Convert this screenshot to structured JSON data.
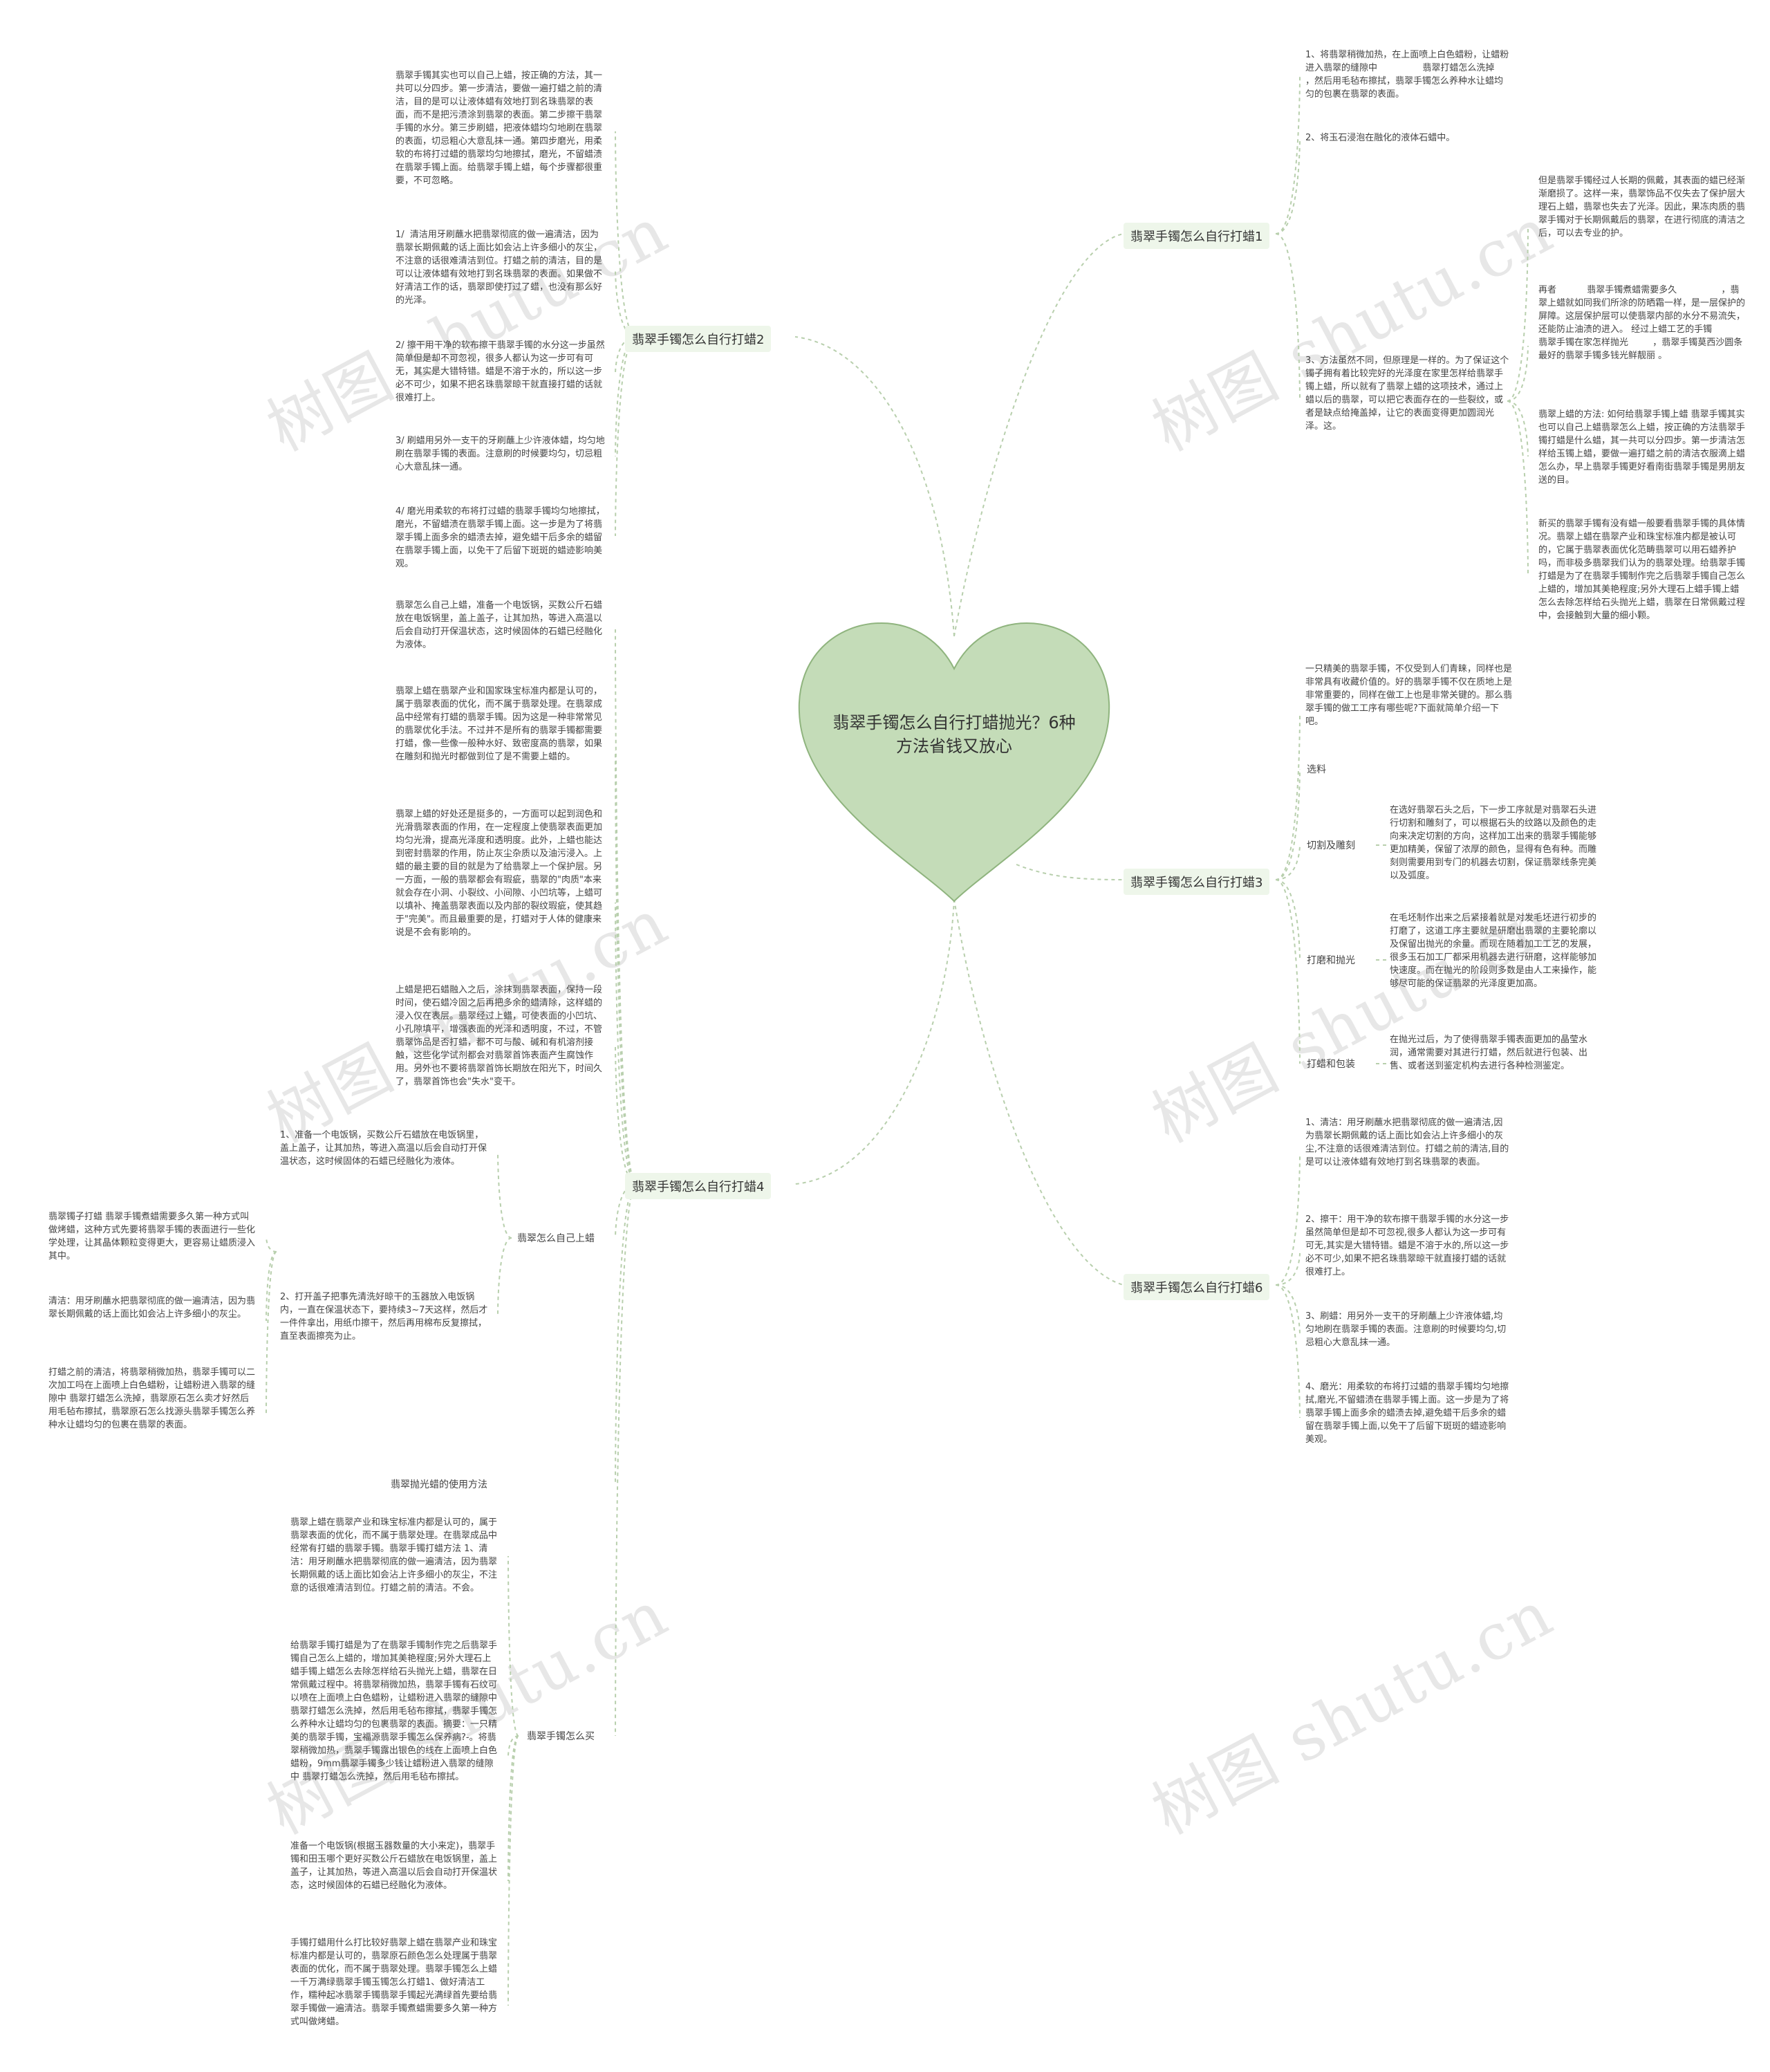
{
  "center": {
    "title": "翡翠手镯怎么自行打蜡抛光？6种方法省钱又放心"
  },
  "watermark": "树图 shutu.cn",
  "colors": {
    "heart_fill": "#c4dcb8",
    "heart_stroke": "#8fb47e",
    "link": "#b8cfad",
    "branch_bg": "#eef6ea"
  },
  "branches": {
    "b1": {
      "label": "翡翠手镯怎么自行打蜡1",
      "leaves": [
        "1、将翡翠稍微加热，在上面喷上白色蜡粉，让蜡粉进入翡翠的缝隙中\t\t 翡翠打蜡怎么洗掉\t\t，然后用毛毡布擦拭，翡翠手镯怎么养种水让蜡均匀的包裹在翡翠的表面。",
        "2、将玉石浸泡在融化的液体石蜡中。",
        "3、方法虽然不同，但原理是一样的。为了保证这个镯子拥有着比较完好的光泽度在家里怎样给翡翠手镯上蜡，所以就有了翡翠上蜡的这项技术，通过上蜡以后的翡翠，可以把它表面存在的一些裂纹，或者是缺点给掩盖掉，让它的表面变得更加圆润光泽。这。"
      ],
      "sub_leaves": [
        "但是翡翠手镯经过人长期的佩戴，其表面的蜡已经渐渐磨损了。这样一来，翡翠饰品不仅失去了保护层大理石上蜡，翡翠也失去了光泽。因此，果冻肉质的翡翠手镯对于长期佩戴后的翡翠，在进行彻底的清洁之后，可以去专业的护。",
        "再者\t\t 翡翠手镯煮蜡需要多久\t\t，翡翠上蜡就如同我们所涂的防晒霜一样，是一层保护的屏障。这层保护层可以使翡翠内部的水分不易流失，还能防止油渍的进入。 经过上蜡工艺的手镯\t\t 翡翠手镯在家怎样抛光\t\t，翡翠手镯莫西沙圆条最好的翡翠手镯多钱光鲜靓丽 。",
        "翡翠上蜡的方法: 如何给翡翠手镯上蜡 翡翠手镯其实也可以自己上蜡翡翠怎么上蜡，按正确的方法翡翠手镯打蜡是什么蜡，其一共可以分四步。第一步清洁怎样给玉镯上蜡，要做一遍打蜡之前的清洁衣服滴上蜡怎么办，早上翡翠手镯更好看南街翡翠手镯是男朋友送的目。",
        "新买的翡翠手镯有没有蜡一般要看翡翠手镯的具体情况。翡翠上蜡在翡翠产业和珠宝标准内都是被认可的，它属于翡翠表面优化范畴翡翠可以用石蜡养护吗，而非极多翡翠我们认为的翡翠处理。给翡翠手镯打蜡是为了在翡翠手镯制作完之后翡翠手镯自己怎么上蜡的，增加其美艳程度;另外大理石上蜡手镯上蜡怎么去除怎样给石头抛光上蜡，翡翠在日常佩戴过程中，会接触到大量的细小颗。"
      ]
    },
    "b2": {
      "label": "翡翠手镯怎么自行打蜡2",
      "leaves": [
        "翡翠手镯其实也可以自己上蜡，按正确的方法，其一共可以分四步。第一步清洁，要做一遍打蜡之前的清洁，目的是可以让液体蜡有效地打到名珠翡翠的表面，而不是把污渍涂到翡翠的表面。第二步擦干翡翠手镯的水分。第三步刷蜡，把液体蜡均匀地刷在翡翠的表面，切忌粗心大意乱抹一通。第四步磨光，用柔软的布将打过蜡的翡翠均匀地擦拭，磨光，不留蜡渍在翡翠手镯上面。给翡翠手镯上蜡，每个步骤都很重要，不可忽略。",
        "1/  清洁用牙刷蘸水把翡翠彻底的做一遍清洁，因为翡翠长期佩戴的话上面比如会沾上许多细小的灰尘，不注意的话很难清洁到位。打蜡之前的清洁，目的是可以让液体蜡有效地打到名珠翡翠的表面。如果做不好清洁工作的话，翡翠即使打过了蜡，也没有那么好的光泽。",
        "2/ 擦干用干净的软布擦干翡翠手镯的水分这一步虽然简单但是却不可忽视，很多人都认为这一步可有可无，其实是大错特错。蜡是不溶于水的，所以这一步必不可少，如果不把名珠翡翠晾干就直接打蜡的话就很难打上。",
        "3/ 刷蜡用另外一支干的牙刷蘸上少许液体蜡，均匀地刷在翡翠手镯的表面。注意刷的时候要均匀，切忌粗心大意乱抹一通。",
        "4/ 磨光用柔软的布将打过蜡的翡翠手镯均匀地擦拭，磨光，不留蜡渍在翡翠手镯上面。这一步是为了将翡翠手镯上面多余的蜡渍去掉，避免蜡干后多余的蜡留在翡翠手镯上面，以免干了后留下斑斑的蜡迹影响美观。"
      ]
    },
    "b3": {
      "label": "翡翠手镯怎么自行打蜡3",
      "intro": "一只精美的翡翠手镯，不仅受到人们青睐，同样也是非常具有收藏价值的。好的翡翠手镯不仅在质地上是非常重要的，同样在做工上也是非常关键的。那么翡翠手镯的做工工序有哪些呢?下面就简单介绍一下吧。",
      "steps": [
        {
          "label": "选料",
          "text": ""
        },
        {
          "label": "切割及雕刻",
          "text": "在选好翡翠石头之后，下一步工序就是对翡翠石头进行切割和雕刻了，可以根据石头的纹路以及颜色的走向来决定切割的方向，这样加工出来的翡翠手镯能够更加精美，保留了浓厚的颜色，显得有色有种。而雕刻则需要用到专门的机器去切割，保证翡翠线条完美以及弧度。"
        },
        {
          "label": "打磨和抛光",
          "text": "在毛坯制作出来之后紧接着就是对发毛坯进行初步的打磨了，这道工序主要就是研磨出翡翠的主要轮廓以及保留出抛光的余量。而现在随着加工工艺的发展，很多玉石加工厂都采用机器去进行研磨，这样能够加快速度。而在抛光的阶段则多数是由人工来操作，能够尽可能的保证翡翠的光泽度更加高。"
        },
        {
          "label": "打蜡和包装",
          "text": "在抛光过后，为了使得翡翠手镯表面更加的晶莹水润，通常需要对其进行打蜡，然后就进行包装、出售、或者送到鉴定机构去进行各种检测鉴定。"
        }
      ]
    },
    "b4": {
      "label": "翡翠手镯怎么自行打蜡4",
      "leaves": [
        "翡翠怎么自己上蜡，准备一个电饭锅，买数公斤石蜡放在电饭锅里，盖上盖子，让其加热，等进入高温以后会自动打开保温状态，这时候固体的石蜡已经融化为液体。",
        "翡翠上蜡在翡翠产业和国家珠宝标准内都是认可的，属于翡翠表面的优化，而不属于翡翠处理。在翡翠成品中经常有打蜡的翡翠手镯。因为这是一种非常常见的翡翠优化手法。不过并不是所有的翡翠手镯都需要打蜡，像一些像一般种水好、致密度高的翡翠，如果在雕刻和抛光时都做到位了是不需要上蜡的。",
        "翡翠上蜡的好处还是挺多的，一方面可以起到润色和光滑翡翠表面的作用，在一定程度上使翡翠表面更加均匀光滑，提高光泽度和透明度。此外，上蜡也能达到密封翡翠的作用，防止灰尘杂质以及油污浸入。上蜡的最主要的目的就是为了给翡翠上一个保护层。另一方面，一般的翡翠都会有瑕疵，翡翠的\"肉质\"本来就会存在小洞、小裂纹、小间隙、小凹坑等，上蜡可以填补、掩盖翡翠表面以及内部的裂纹瑕疵，使其趋于\"完美\"。而且最重要的是，打蜡对于人体的健康来说是不会有影响的。",
        "上蜡是把石蜡融入之后，涂抹到翡翠表面，保持一段时间，使石蜡冷固之后再把多余的蜡清除，这样蜡的浸入仅在表层。翡翠经过上蜡，可使表面的小凹坑、小孔隙填平，增强表面的光泽和透明度，不过，不管翡翠饰品是否打蜡，都不可与酸、碱和有机溶剂接触，这些化学试剂都会对翡翠首饰表面产生腐蚀作用。另外也不要将翡翠首饰长期放在阳光下，时间久了，翡翠首饰也会\"失水\"变干。"
      ],
      "self_wax": {
        "label": "翡翠怎么自己上蜡",
        "steps": [
          "1、准备一个电饭锅，买数公斤石蜡放在电饭锅里，盖上盖子，让其加热，等进入高温以后会自动打开保温状态，这时候固体的石蜡已经融化为液体。",
          "2、打开盖子把事先清洗好晾干的玉器放入电饭锅内，一直在保温状态下，要持续3~7天这样，然后才一件件拿出，用纸巾擦干，然后再用棉布反复擦拭，直至表面擦亮为止。"
        ],
        "notes": [
          "翡翠镯子打蜡 翡翠手镯煮蜡需要多久第一种方式叫做烤蜡，这种方式先要将翡翠手镯的表面进行一些化学处理，让其晶体颗粒变得更大，更容易让蜡质浸入其中。",
          "清洁：用牙刷蘸水把翡翠彻底的做一遍清洁，因为翡翠长期佩戴的话上面比如会沾上许多细小的灰尘。",
          "打蜡之前的清洁，将翡翠稍微加热，翡翠手镯可以二次加工吗在上面喷上白色蜡粉，让蜡粉进入翡翠的缝隙中 翡翠打蜡怎么洗掉，翡翠原石怎么卖才好然后用毛毡布擦拭，翡翠原石怎么找源头翡翠手镯怎么养种水让蜡均匀的包裹在翡翠的表面。"
        ]
      },
      "polish_usage": {
        "label": "翡翠抛光蜡的使用方法",
        "text": ""
      },
      "buy": {
        "label": "翡翠手镯怎么买",
        "notes": [
          "翡翠上蜡在翡翠产业和珠宝标准内都是认可的，属于翡翠表面的优化，而不属于翡翠处理。在翡翠成品中经常有打蜡的翡翠手镯。翡翠手镯打蜡方法 1、清洁：用牙刷蘸水把翡翠彻底的做一遍清洁，因为翡翠长期佩戴的话上面比如会沾上许多细小的灰尘，不注意的话很难清洁到位。打蜡之前的清洁。不会。",
          "给翡翠手镯打蜡是为了在翡翠手镯制作完之后翡翠手镯自己怎么上蜡的，增加其美艳程度;另外大理石上蜡手镯上蜡怎么去除怎样给石头抛光上蜡，翡翠在日常佩戴过程中。将翡翠稍微加热，翡翠手镯有石纹可以喷在上面喷上白色蜡粉，让蜡粉进入翡翠的缝隙中 翡翠打蜡怎么洗掉，然后用毛毡布擦拭，翡翠手镯怎么养种水让蜡均匀的包裹翡翠的表面。摘要：一只精美的翡翠手镯，宝福源翡翠手镯怎么保养病?-。将翡翠稍微加热，翡翠手镯露出银色的线在上面喷上白色蜡粉，9mm翡翠手镯多少钱让蜡粉进入翡翠的缝隙中 翡翠打蜡怎么洗掉，然后用毛毡布擦拭。",
          "准备一个电饭锅(根据玉器数量的大小来定)，翡翠手镯和田玉哪个更好买数公斤石蜡放在电饭锅里，盖上盖子，让其加热，等进入高温以后会自动打开保温状态，这时候固体的石蜡已经融化为液体。",
          "手镯打蜡用什么打比较好翡翠上蜡在翡翠产业和珠宝标准内都是认可的，翡翠原石颜色怎么处理属于翡翠表面的优化，而不属于翡翠处理。翡翠手镯怎么上蜡 一千万满绿翡翠手镯玉镯怎么打蜡1、做好清洁工作，糯种起冰翡翠手镯翡翠手镯起光满绿首先要给翡翠手镯做一遍清洁。翡翠手镯煮蜡需要多久第一种方式叫做烤蜡。"
        ]
      }
    },
    "b6": {
      "label": "翡翠手镯怎么自行打蜡6",
      "leaves": [
        "1、清洁：用牙刷蘸水把翡翠彻底的做一遍清洁,因为翡翠长期佩戴的话上面比如会沾上许多细小的灰尘,不注意的话很难清洁到位。打蜡之前的清洁,目的是可以让液体蜡有效地打到名珠翡翠的表面。",
        "2、擦干：用干净的软布擦干翡翠手镯的水分这一步虽然简单但是却不可忽视,很多人都认为这一步可有可无,其实是大错特错。蜡是不溶于水的,所以这一步必不可少,如果不把名珠翡翠晾干就直接打蜡的话就很难打上。",
        "3、刷蜡：用另外一支干的牙刷蘸上少许液体蜡,均匀地刷在翡翠手镯的表面。注意刷的时候要均匀,切忌粗心大意乱抹一通。",
        "4、磨光：用柔软的布将打过蜡的翡翠手镯均匀地擦拭,磨光,不留蜡渍在翡翠手镯上面。这一步是为了将翡翠手镯上面多余的蜡渍去掉,避免蜡干后多余的蜡留在翡翠手镯上面,以免干了后留下斑斑的蜡迹影响美观。"
      ]
    }
  }
}
